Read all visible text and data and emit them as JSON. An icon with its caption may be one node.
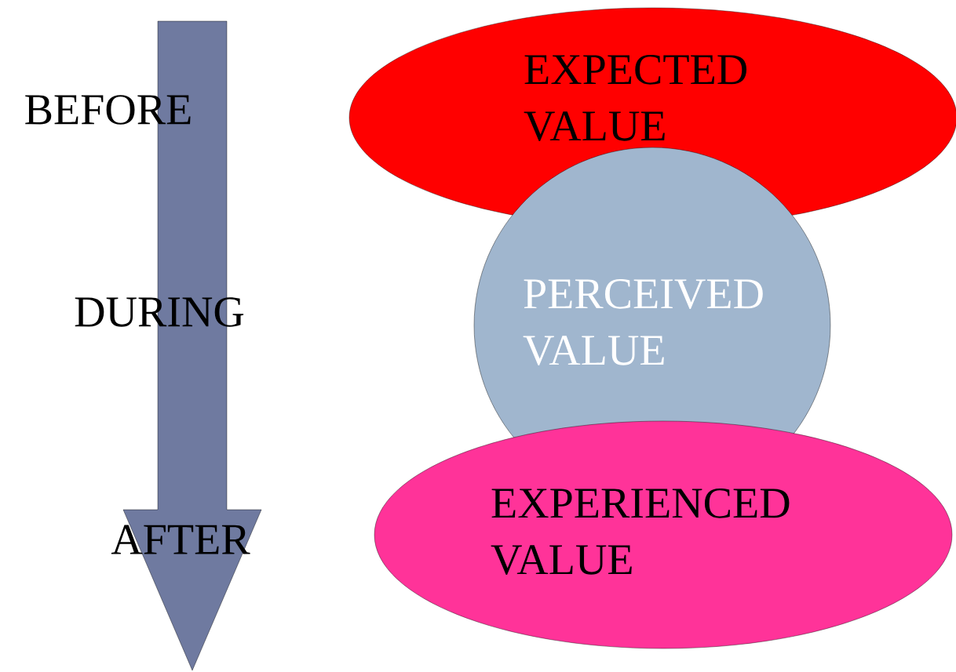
{
  "diagram": {
    "nodes": [
      {
        "text": [
          "EXPECTED VALUE"
        ]
      },
      {
        "text": [
          "PERCEIVED VALUE"
        ]
      },
      {
        "text": [
          "EXPERIENCED VALUE"
        ]
      }
    ],
    "labels": [
      "BEFORE",
      "DURING",
      "AFTER"
    ]
  }
}
